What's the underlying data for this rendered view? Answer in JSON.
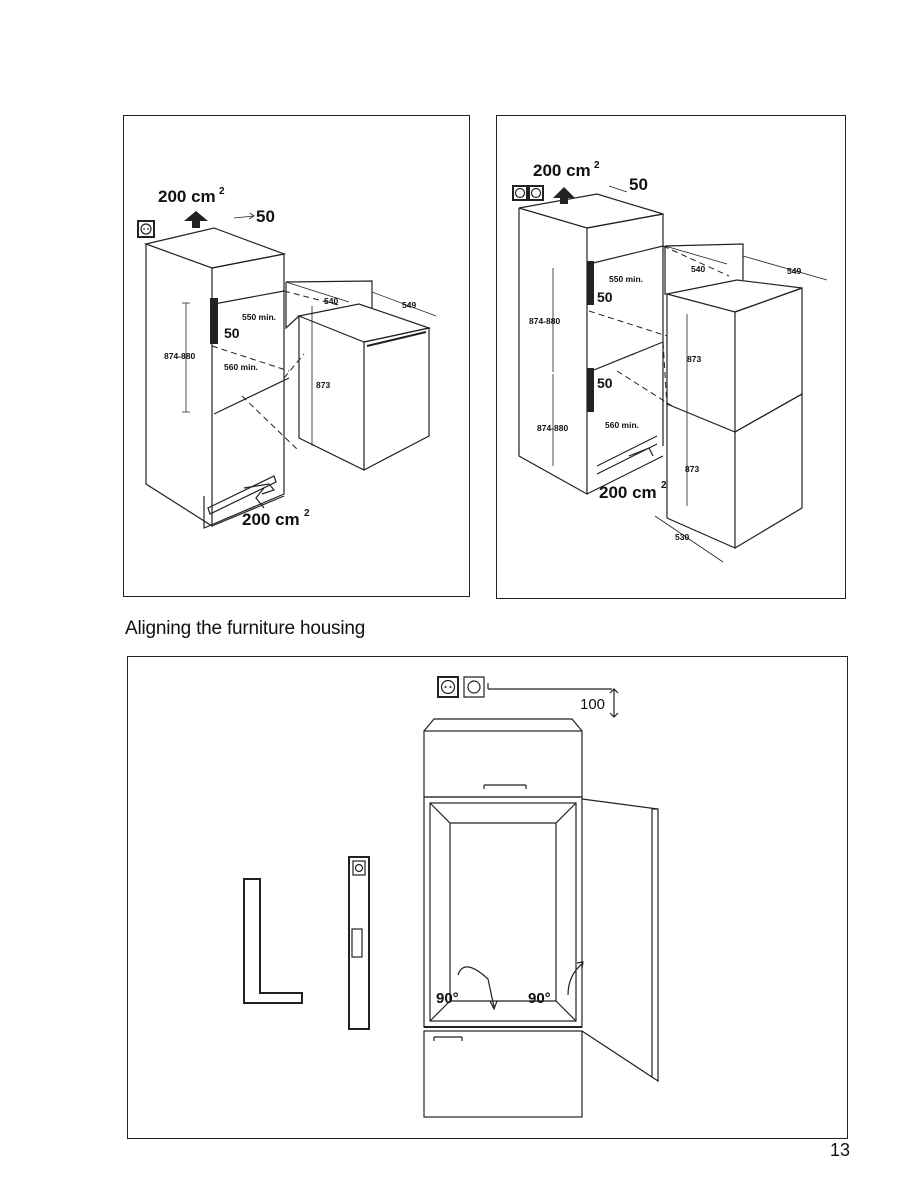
{
  "caption": "Aligning the furniture housing",
  "page_number": "13",
  "left_figure": {
    "vent_top": "200 cm",
    "vent_top_sup": "2",
    "gap_top": "50",
    "vent_bottom": "200 cm",
    "vent_bottom_sup": "2",
    "dim_depth": "540",
    "dim_width": "549",
    "dim_550": "550 min.",
    "dim_gap": "50",
    "dim_niche": "874-880",
    "dim_560": "560 min.",
    "dim_height": "873"
  },
  "right_figure": {
    "vent_top": "200 cm",
    "vent_top_sup": "2",
    "gap_top": "50",
    "vent_bottom": "200 cm",
    "vent_bottom_sup": "2",
    "dim_depth": "540",
    "dim_width": "549",
    "dim_550": "550 min.",
    "dim_gap_upper": "50",
    "dim_gap_lower": "50",
    "dim_niche_upper": "874-880",
    "dim_niche_lower": "874-880",
    "dim_560": "560 min.",
    "dim_height_upper": "873",
    "dim_height_lower": "873",
    "dim_530": "530"
  },
  "bottom_figure": {
    "dim_100": "100",
    "angle_left": "90°",
    "angle_right": "90°"
  }
}
